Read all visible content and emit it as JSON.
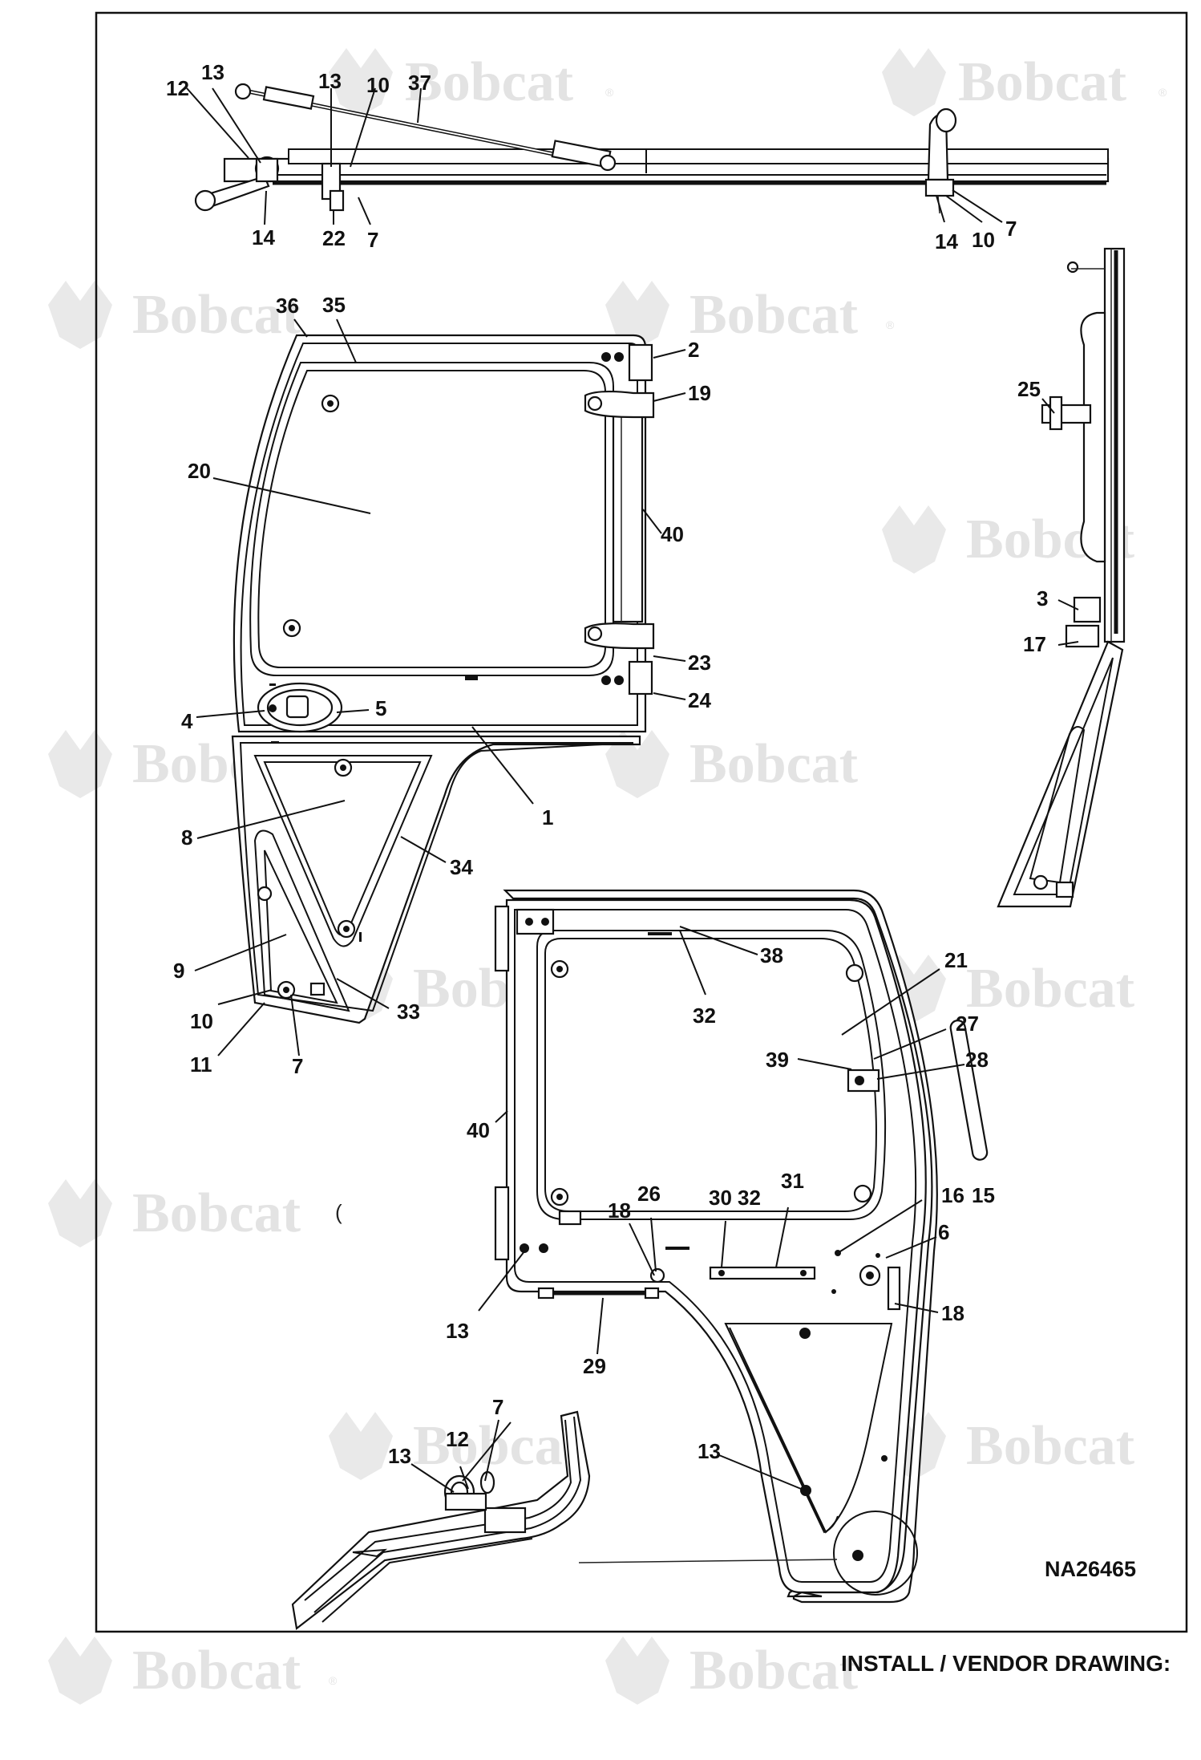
{
  "drawing_number": "NA26465",
  "footer_text": "INSTALL / VENDOR DRAWING:",
  "watermark": {
    "brand": "Bobcat",
    "reg_mark": "®"
  },
  "stray_mark": "(",
  "callouts": {
    "top_view": [
      "13",
      "12",
      "13",
      "10",
      "37",
      "14",
      "22",
      "7",
      "14",
      "10",
      "7"
    ],
    "upper_panel": [
      "36",
      "35",
      "2",
      "19",
      "20",
      "40",
      "23",
      "24",
      "4",
      "5",
      "1"
    ],
    "lower_panel": [
      "8",
      "34",
      "9",
      "33",
      "10",
      "11",
      "7"
    ],
    "side_view": [
      "25",
      "3",
      "17"
    ],
    "inner_view": [
      "38",
      "32",
      "21",
      "27",
      "39",
      "28",
      "40",
      "26",
      "30",
      "32",
      "31",
      "18",
      "16",
      "15",
      "6",
      "18",
      "13",
      "29",
      "13"
    ],
    "detail_view": [
      "7",
      "12",
      "13"
    ]
  }
}
